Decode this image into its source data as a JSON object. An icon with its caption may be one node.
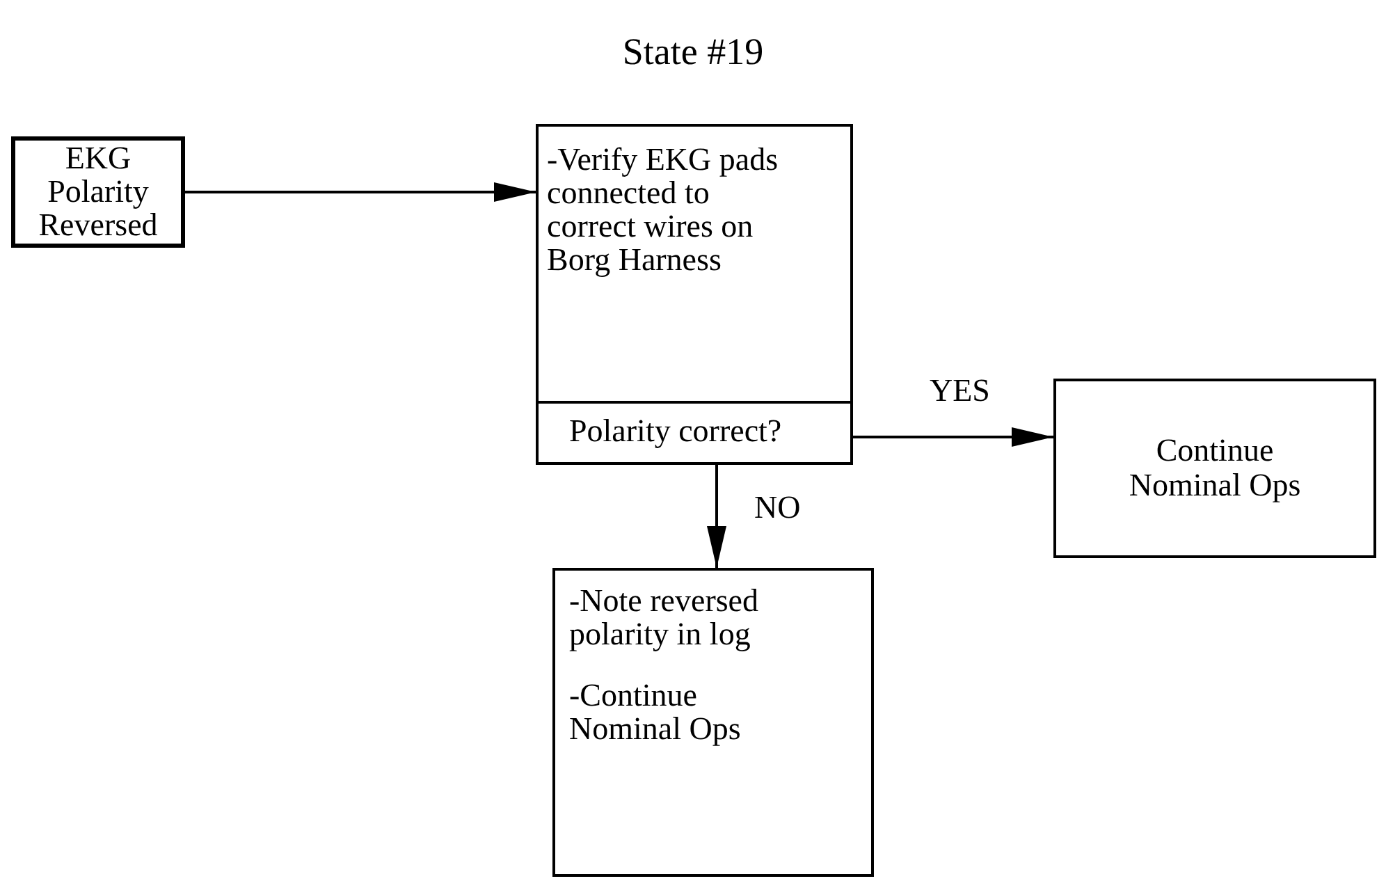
{
  "diagram": {
    "title": "State #19",
    "nodes": [
      {
        "text": [
          "EKG Polarity Reversed"
        ]
      },
      {
        "text": [
          "-Verify EKG pads connected to correct wires on Borg Harness",
          "Polarity correct?"
        ]
      },
      {
        "text": [
          "Continue Nominal Ops"
        ]
      },
      {
        "text": [
          "-Note reversed polarity in log",
          "-Continue Nominal Ops"
        ]
      }
    ],
    "edges": [
      {
        "from": 0,
        "to": 1,
        "arrow": "to"
      },
      {
        "from": 1,
        "to": 2,
        "arrow": "to",
        "label": "YES"
      },
      {
        "from": 1,
        "to": 3,
        "arrow": "to",
        "label": "NO"
      }
    ]
  }
}
